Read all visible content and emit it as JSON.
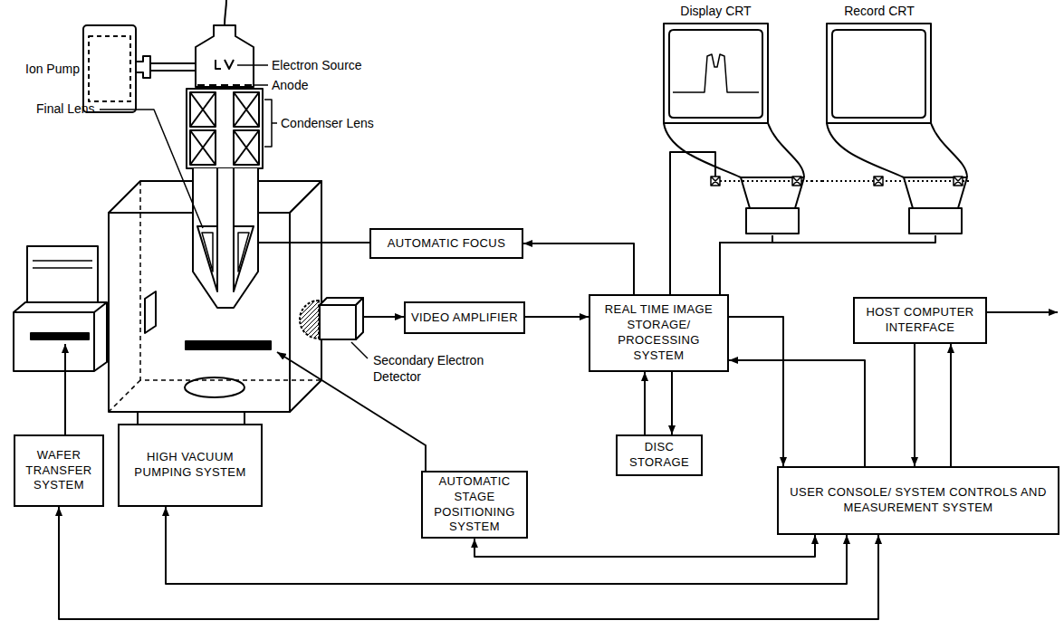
{
  "diagram": {
    "nodes": [
      {
        "text": [
          "Display CRT"
        ]
      },
      {
        "text": [
          "Record CRT"
        ]
      },
      {
        "text": [
          "AUTOMATIC FOCUS"
        ]
      },
      {
        "text": [
          "REAL TIME IMAGE STORAGE/ PROCESSING SYSTEM"
        ]
      },
      {
        "text": [
          "VIDEO AMPLIFIER"
        ]
      },
      {
        "text": [
          "Secondary Electron Detector"
        ]
      },
      {
        "text": [
          "HOST COMPUTER INTERFACE"
        ]
      },
      {
        "text": [
          "DISC STORAGE"
        ]
      },
      {
        "text": [
          "WAFER TRANSFER SYSTEM"
        ]
      },
      {
        "text": [
          "HIGH VACUUM PUMPING SYSTEM"
        ]
      },
      {
        "text": [
          "AUTOMATIC STAGE POSITIONING SYSTEM"
        ]
      },
      {
        "text": [
          "USER CONSOLE/ SYSTEM CONTROLS AND MEASUREMENT SYSTEM"
        ]
      }
    ],
    "edges": [
      {
        "from": 5,
        "to": 4,
        "arrow": "to"
      },
      {
        "from": 4,
        "to": 3,
        "arrow": "to"
      },
      {
        "from": 3,
        "to": 2,
        "arrow": "to"
      },
      {
        "from": 3,
        "to": 0,
        "arrow": "none"
      },
      {
        "from": 3,
        "to": 0,
        "arrow": "none"
      },
      {
        "from": 3,
        "to": 1,
        "arrow": "none"
      },
      {
        "from": 0,
        "to": 1,
        "arrow": "none"
      },
      {
        "from": 3,
        "to": 7,
        "arrow": "to"
      },
      {
        "from": 7,
        "to": 3,
        "arrow": "to"
      },
      {
        "from": 3,
        "to": 11,
        "arrow": "to"
      },
      {
        "from": 11,
        "to": 3,
        "arrow": "to"
      },
      {
        "from": 6,
        "to": 11,
        "arrow": "to"
      },
      {
        "from": 11,
        "to": 6,
        "arrow": "to"
      },
      {
        "from": 11,
        "to": 10,
        "arrow": "both"
      },
      {
        "from": 11,
        "to": 9,
        "arrow": "both"
      },
      {
        "from": 11,
        "to": 8,
        "arrow": "both"
      }
    ],
    "labels": [
      "Ion Pump",
      "Electron Source",
      "Anode",
      "Condenser Lens",
      "Final Lens"
    ]
  }
}
